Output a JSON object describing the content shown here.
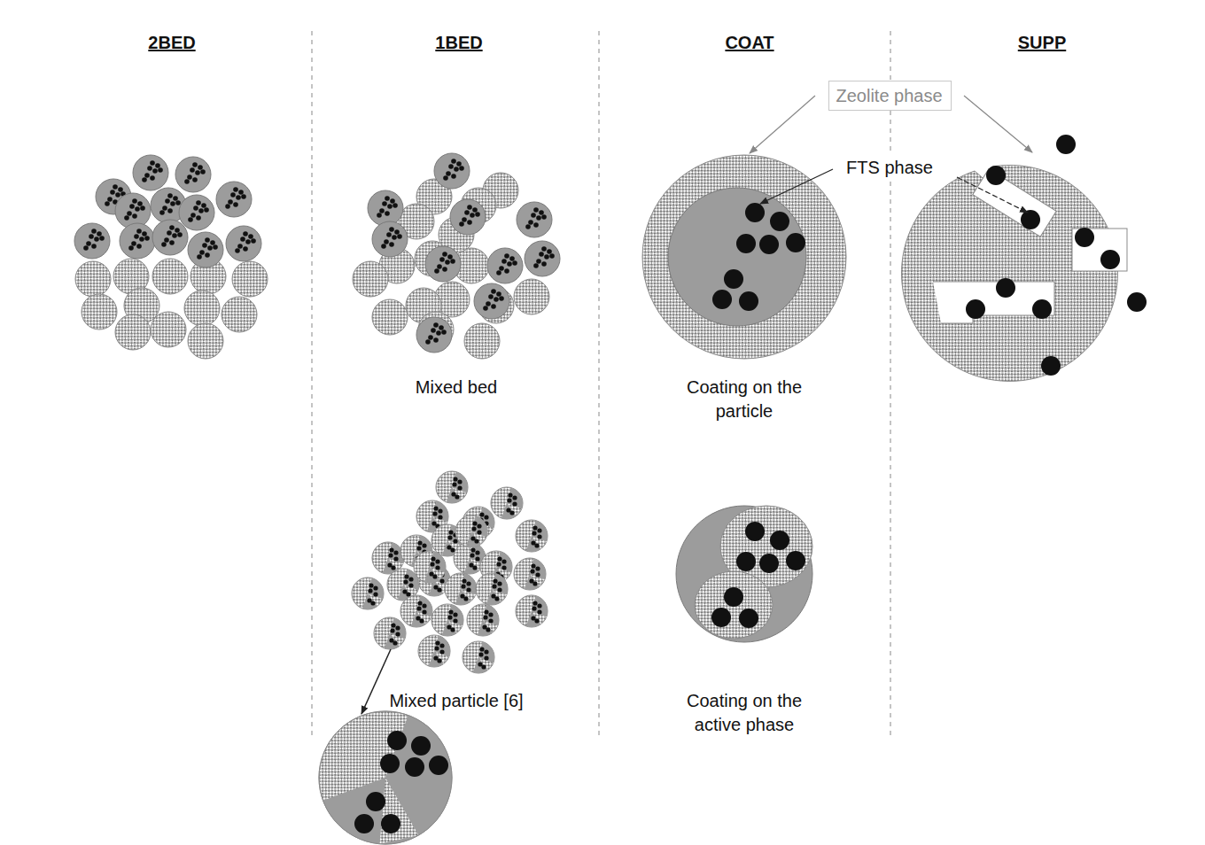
{
  "diagram": {
    "nodes": [
      {
        "text": [
          "Zeolite phase"
        ]
      }
    ],
    "labels": [
      "2BED",
      "1BED",
      "COAT",
      "SUPP",
      "FTS phase",
      "Mixed bed",
      "Mixed particle [6]",
      "Coating on the particle",
      "Coating on the active phase"
    ]
  }
}
